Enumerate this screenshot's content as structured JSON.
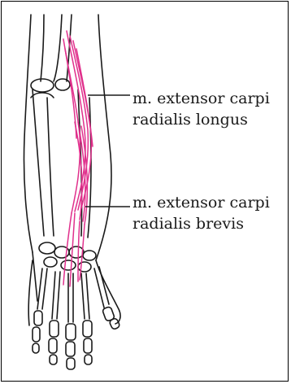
{
  "labels": {
    "longus": {
      "line1": "m. extensor carpi",
      "line2": "radialis longus"
    },
    "brevis": {
      "line1": "m. extensor carpi",
      "line2": "radialis brevis"
    }
  },
  "colors": {
    "muscle": "#e0308c",
    "outline": "#1a1a1a",
    "background": "#ffffff"
  }
}
